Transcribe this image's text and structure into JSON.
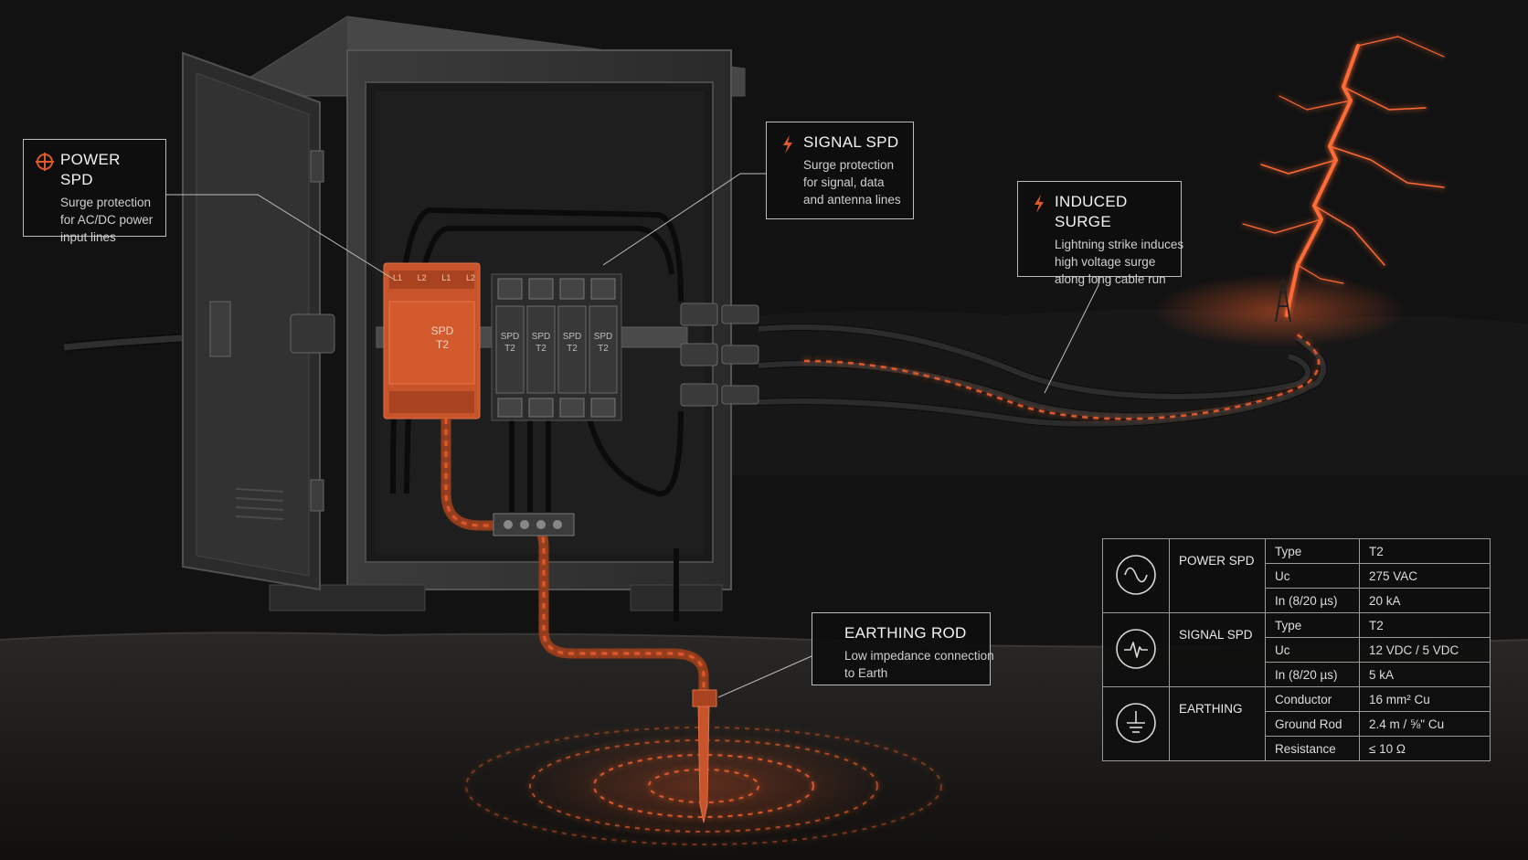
{
  "callouts": {
    "power_spd": {
      "title": "POWER SPD",
      "lines": [
        "Surge protection",
        "for AC/DC power",
        "input lines"
      ]
    },
    "signal_spd": {
      "title": "SIGNAL SPD",
      "lines": [
        "Surge protection",
        "for signal, data",
        "and antenna lines"
      ]
    },
    "induced_surge": {
      "title": "INDUCED SURGE",
      "lines": [
        "Lightning strike induces",
        "high voltage surge",
        "along long cable run"
      ]
    },
    "earthing_rod": {
      "title": "EARTHING ROD",
      "lines": [
        "Low impedance connection",
        "to Earth"
      ]
    }
  },
  "enclosure": {
    "power_spd_label": [
      "SPD",
      "T2"
    ],
    "power_poles": [
      "L1",
      "L2",
      "L1",
      "L2"
    ],
    "signal_spd_label": [
      "SPD",
      "T2"
    ]
  },
  "spec_table": {
    "groups": [
      {
        "name": "POWER SPD",
        "icon": "sine-wave-icon",
        "rows": [
          {
            "param": "Type",
            "value": "T2"
          },
          {
            "param": "Uc",
            "value": "275 VAC"
          },
          {
            "param": "In (8/20 µs)",
            "value": "20 kA"
          }
        ]
      },
      {
        "name": "SIGNAL SPD",
        "icon": "signal-pulse-icon",
        "rows": [
          {
            "param": "Type",
            "value": "T2"
          },
          {
            "param": "Uc",
            "value": "12 VDC / 5 VDC"
          },
          {
            "param": "In (8/20 µs)",
            "value": "5 kA"
          }
        ]
      },
      {
        "name": "EARTHING",
        "icon": "ground-icon",
        "rows": [
          {
            "param": "Conductor",
            "value": "16 mm² Cu"
          },
          {
            "param": "Ground Rod",
            "value": "2.4 m / ⅝\" Cu"
          },
          {
            "param": "Resistance",
            "value": "≤ 10 Ω"
          }
        ]
      }
    ]
  },
  "colors": {
    "background": "#121212",
    "accent": "#e0582a",
    "accent_dark": "#a8421f",
    "metal": "#3a3a3a",
    "border": "#bdbdbd"
  }
}
